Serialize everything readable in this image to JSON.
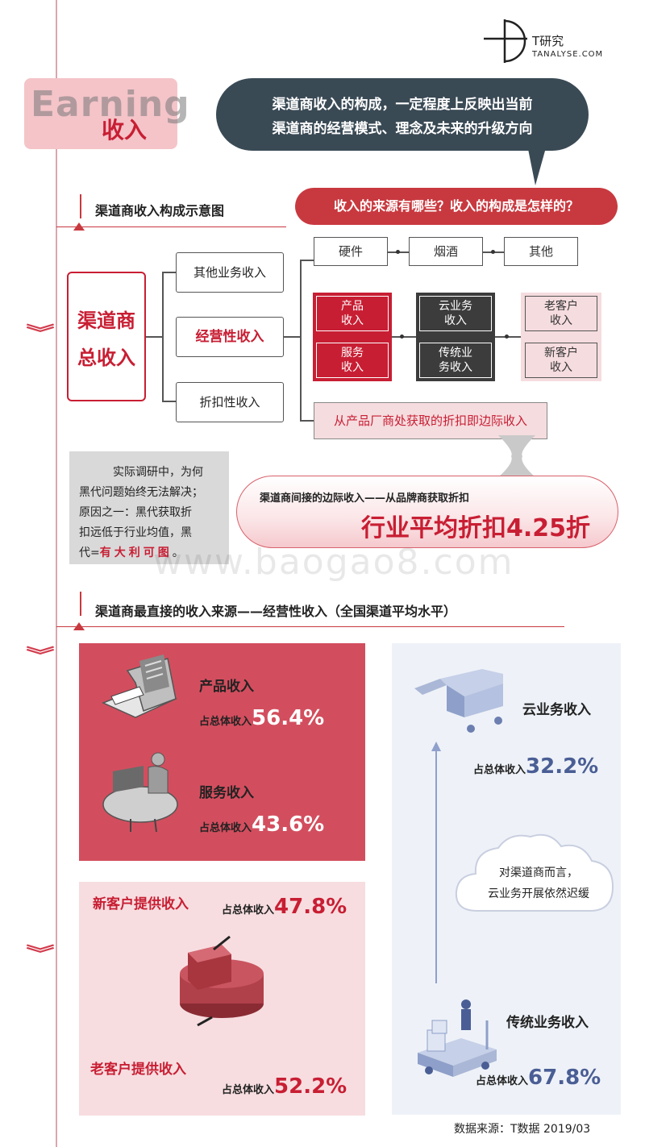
{
  "brand": {
    "name": "T研究",
    "site": "TANALYSE.COM"
  },
  "header": {
    "earning_en": "Earning",
    "earning_cn": "收入",
    "speech_line1": "渠道商收入的构成，一定程度上反映出当前",
    "speech_line2": "渠道商的经营模式、理念及未来的升级方向",
    "question": "收入的来源有哪些？收入的构成是怎样的？"
  },
  "section1": {
    "title": "渠道商收入构成示意图"
  },
  "diagram": {
    "root_line1": "渠道商",
    "root_line2": "总收入",
    "categories": [
      "其他业务收入",
      "经营性收入",
      "折扣性收入"
    ],
    "top_items": [
      "硬件",
      "烟酒",
      "其他"
    ],
    "red_cells": [
      [
        "产品",
        "收入"
      ],
      [
        "服务",
        "收入"
      ]
    ],
    "dark_cells": [
      [
        "云业务",
        "收入"
      ],
      [
        "传统业",
        "务收入"
      ]
    ],
    "pink_cells": [
      [
        "老客户",
        "收入"
      ],
      [
        "新客户",
        "收入"
      ]
    ],
    "margin_text": "从产品厂商处获取的折扣即边际收入"
  },
  "note": {
    "line1": "实际调研中，为何",
    "line2": "黑代问题始终无法解决；",
    "line3": "原因之一：黑代获取折",
    "line4": "扣远低于行业均值，黑",
    "line5_prefix": "代=",
    "line5_highlight": "有大利可图",
    "line5_suffix": "。"
  },
  "discount": {
    "sub": "渠道商间接的边际收入——从品牌商获取折扣",
    "main": "行业平均折扣4.25折"
  },
  "watermark": "www.baogao8.com",
  "section2": {
    "title": "渠道商最直接的收入来源——经营性收入（全国渠道平均水平）"
  },
  "share_prefix": "占总体收入",
  "operating": {
    "product": {
      "label": "产品收入",
      "pct": "56.4%"
    },
    "service": {
      "label": "服务收入",
      "pct": "43.6%"
    },
    "new_client": {
      "label": "新客户提供收入",
      "pct": "47.8%"
    },
    "old_client": {
      "label": "老客户提供收入",
      "pct": "52.2%"
    },
    "cloud": {
      "label": "云业务收入",
      "pct": "32.2%"
    },
    "traditional": {
      "label": "传统业务收入",
      "pct": "67.8%"
    }
  },
  "cloud_note": {
    "line1": "对渠道商而言，",
    "line2": "云业务开展依然迟缓"
  },
  "source": "数据来源：T数据 2019/03",
  "colors": {
    "accent": "#c81e33",
    "dark": "#3a4a55",
    "panel_red": "#d24e5e",
    "panel_pink": "#f7dde0",
    "panel_blue": "#eef2f8"
  }
}
